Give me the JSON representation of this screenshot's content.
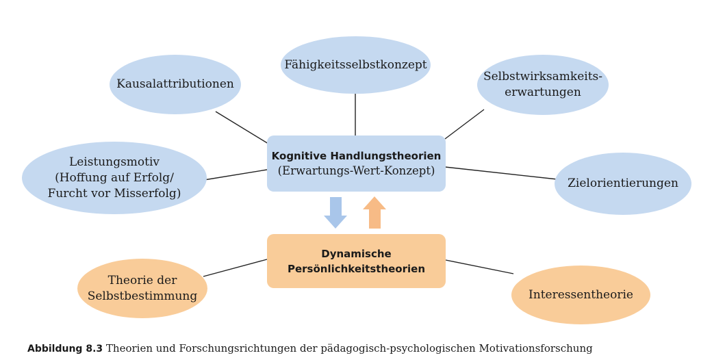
{
  "center": {
    "title": "Kognitive Handlungstheorien",
    "subtitle": "(Erwartungs-Wert-Konzept)"
  },
  "dynamic": {
    "line1": "Dynamische",
    "line2": "Persönlichkeitstheorien"
  },
  "cognitive_nodes": {
    "kausal": "Kausalattributionen",
    "faehigkeit": "Fähigkeitsselbstkonzept",
    "selbstwirk_1": "Selbstwirksamkeits-",
    "selbstwirk_2": "erwartungen",
    "leistung_1": "Leistungsmotiv",
    "leistung_2": "(Hoffung auf Erfolg/",
    "leistung_3": "Furcht vor Misserfolg)",
    "ziel": "Zielorientierungen"
  },
  "dynamic_nodes": {
    "selbstbest_1": "Theorie der",
    "selbstbest_2": "Selbstbestimmung",
    "interesse": "Interessentheorie"
  },
  "caption": {
    "label": "Abbildung 8.3",
    "text": "Theorien und Forschungsrichtungen der pädagogisch-psychologischen Motivationsforschung"
  },
  "colors": {
    "cognitive": "#c5d9f0",
    "dynamic": "#f9cc99",
    "arrow_down": "#a9c6ea",
    "arrow_up": "#f7bb86",
    "line": "#222222"
  }
}
